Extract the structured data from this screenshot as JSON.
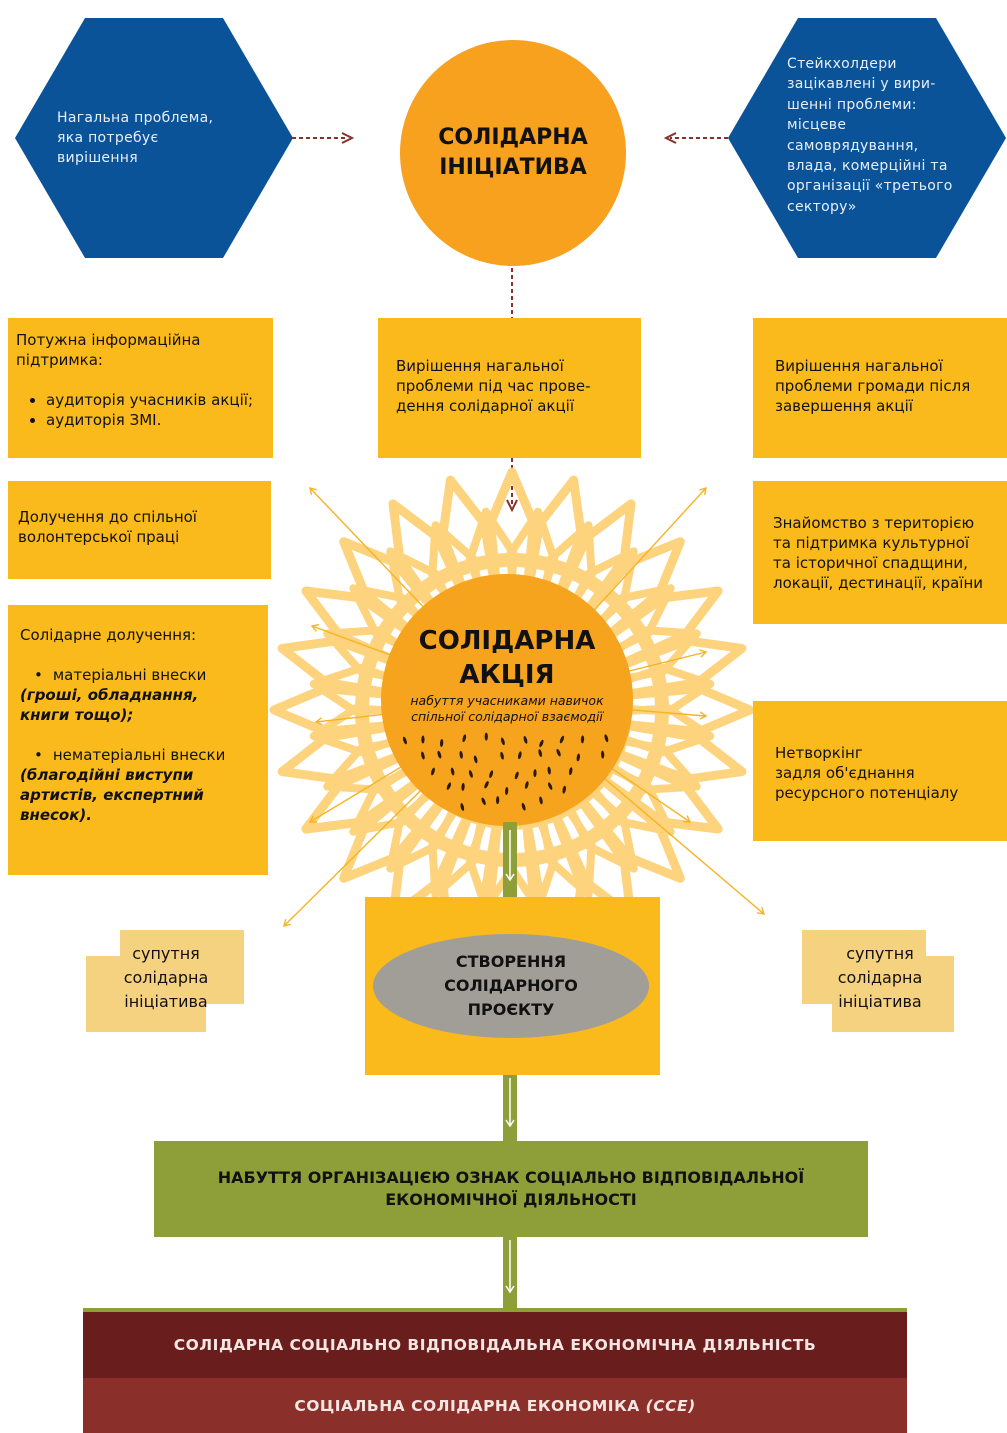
{
  "top": {
    "left_hex_text": "Нагальна проблема,\nяка потребує\nвирішення",
    "right_hex_text": "Стейкхолдери\nзацікавлені у вири-\nшенні проблеми:\nмісцеве\nсамоврядування,\nвлада, комерційні та\nорганізації «третього\nсектору»",
    "initiative_title": "СОЛІДАРНА\nІНІЦІАТИВА"
  },
  "boxes": {
    "info_support_title": "Потужна інформаційна підтримка:",
    "info_support_items": [
      "аудиторія учасників акції;",
      "аудиторія ЗМІ."
    ],
    "during_action": "Вирішення нагальної проблеми під час прове-дення солідарної акції",
    "after_action": "Вирішення нагальної проблеми громади після завершення акції",
    "volunteer": "Долучення до спільної волонтерської праці",
    "territory": "Знайомство з територією та підтримка культурної та історичної спадщини, локації, дестинації, країни",
    "solidary_title": "Солідарне долучення:",
    "material_label": "матеріальні внески",
    "material_note": "(гроші, обладнання, книги тощо);",
    "nonmaterial_label": "нематеріальні внески",
    "nonmaterial_note": "(благодійні виступи артистів, експертний внесок).",
    "networking": "Нетворкінг\nзадля об'єднання\nресурсного потенціалу"
  },
  "sun": {
    "title": "СОЛІДАРНА\nАКЦІЯ",
    "subtitle": "набуття учасниками навичок\nспільної солідарної взаємодії"
  },
  "side": {
    "left_companion": "супутня\nсолідарна\nініціатива",
    "right_companion": "супутня\nсолідарна\nініціатива"
  },
  "project": {
    "label": "СТВОРЕННЯ\nСОЛІДАРНОГО\nПРОЄКТУ"
  },
  "green_bar": {
    "label": "НАБУТТЯ ОРГАНІЗАЦІЄЮ ОЗНАК СОЦІАЛЬНО ВІДПОВІДАЛЬНОЇ\nЕКОНОМІЧНОЇ ДІЯЛЬНОСТІ"
  },
  "bottom": {
    "band1": "СОЛІДАРНА СОЦІАЛЬНО ВІДПОВІДАЛЬНА ЕКОНОМІЧНА ДІЯЛЬНІСТЬ",
    "band2_main": "СОЦІАЛЬНА СОЛІДАРНА ЕКОНОМІКА ",
    "band2_abbr": "(ССЕ)"
  },
  "colors": {
    "hexagon": "#0a5399",
    "orange": "#f7a11e",
    "yellow_box": "#fbba1c",
    "petal": "#fdd37e",
    "stem_green": "#8e9f3a",
    "band_dark": "#6a1d1d",
    "band_red": "#8b2f2a",
    "pale": "#f5d27f",
    "project_oval": "#a19e97",
    "arrow_dark_red": "#8a2f2a"
  }
}
